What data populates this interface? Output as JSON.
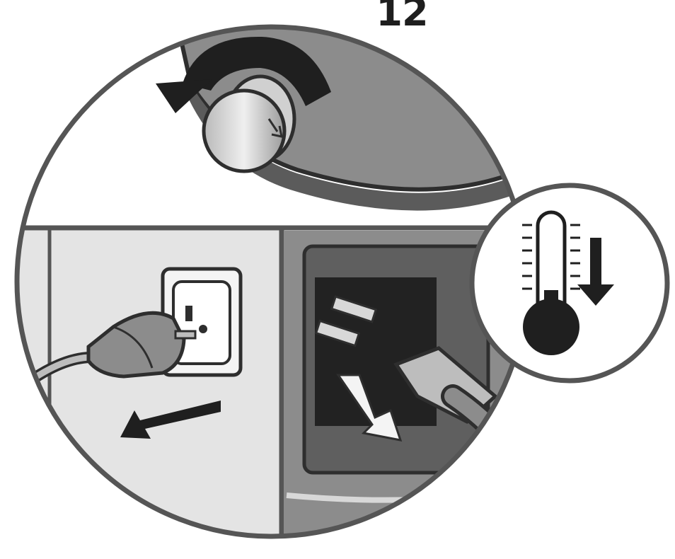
{
  "step": {
    "number": "12"
  },
  "illustration": {
    "panels": [
      {
        "id": "turn-knob",
        "icon": "rotary-knob-icon"
      },
      {
        "id": "unplug-wall",
        "icon": "wall-socket-plug-icon"
      },
      {
        "id": "unplug-appliance",
        "icon": "power-cord-connector-icon"
      }
    ],
    "badge": {
      "icon": "thermometer-temperature-down-icon"
    },
    "colors": {
      "outline": "#333333",
      "dark_gray": "#5f5f5f",
      "mid_gray": "#8c8c8c",
      "light_gray": "#e4e4e4",
      "arrow_dark": "#1f1f1f"
    }
  }
}
